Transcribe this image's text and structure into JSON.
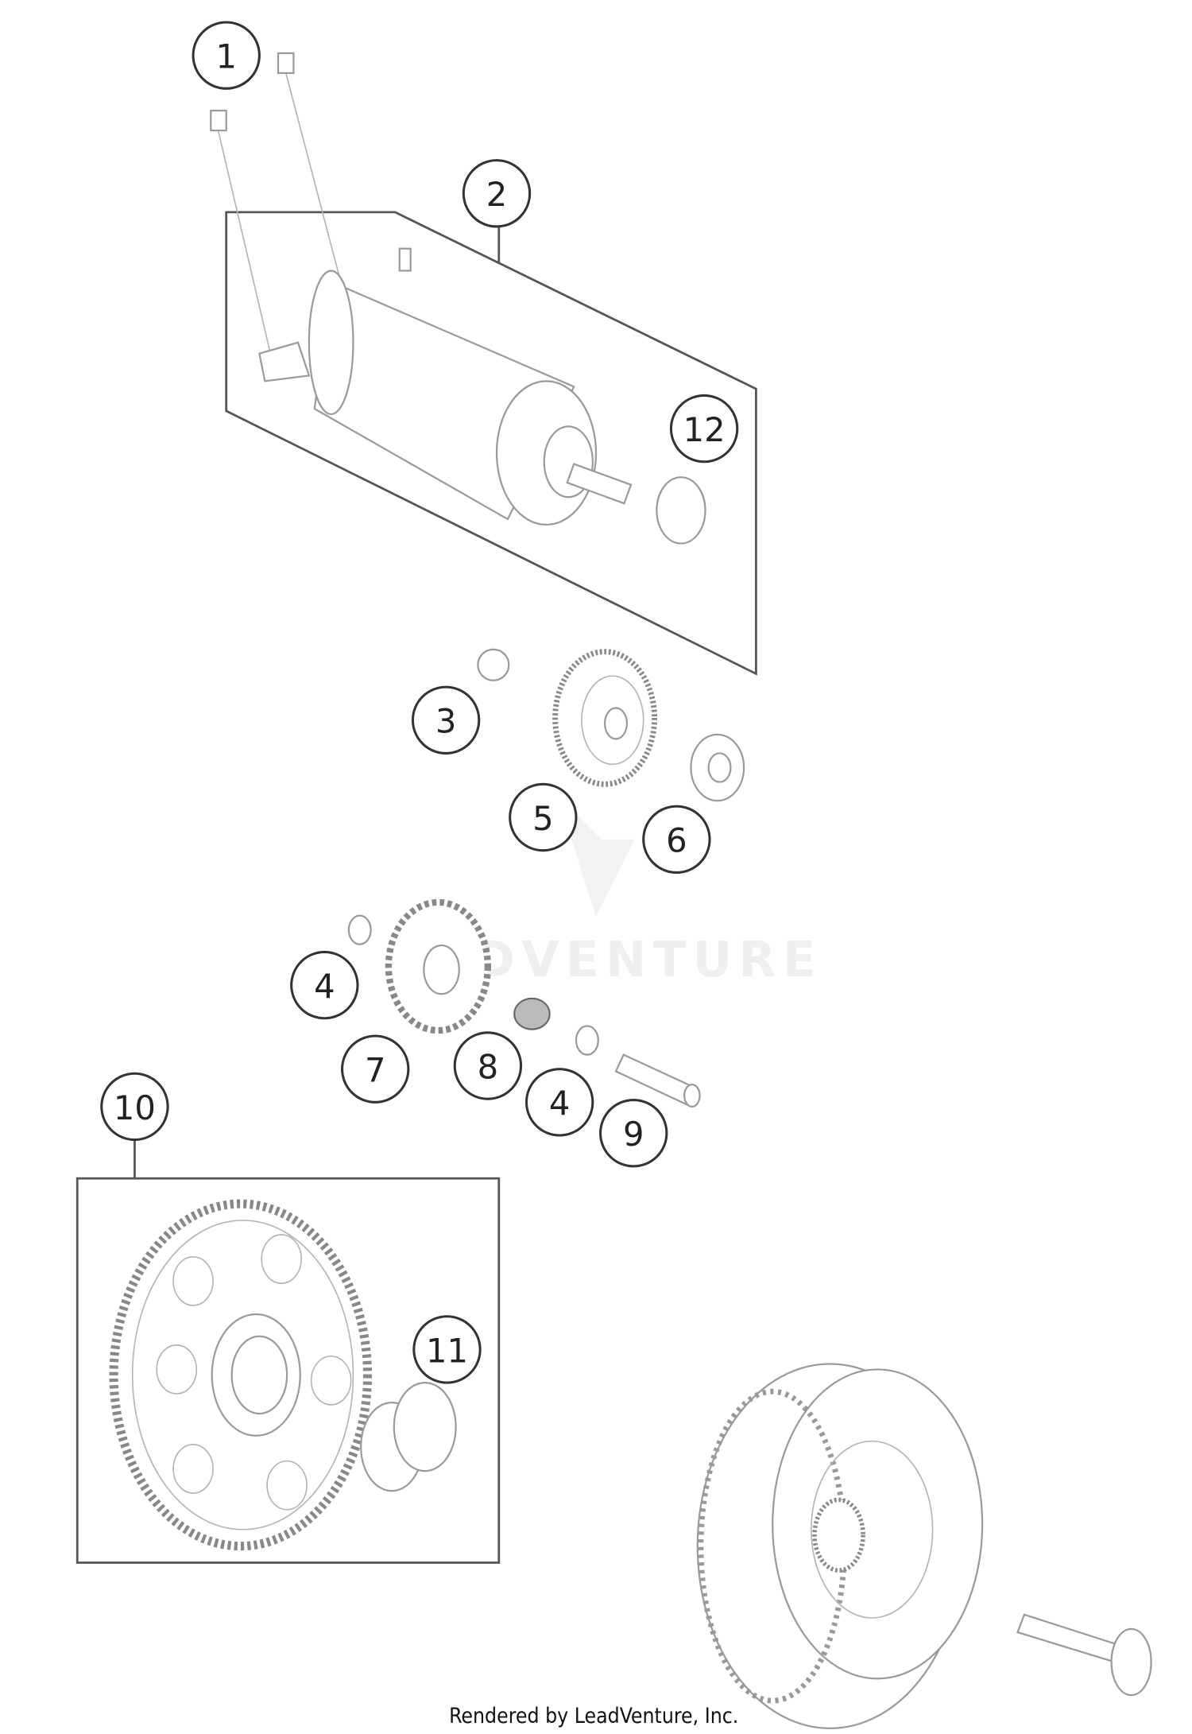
{
  "diagram": {
    "callouts": [
      "1",
      "2",
      "3",
      "4",
      "5",
      "6",
      "7",
      "8",
      "9",
      "10",
      "11",
      "12"
    ],
    "watermark": "ADVENTURE",
    "credit": "Rendered by LeadVenture, Inc."
  }
}
